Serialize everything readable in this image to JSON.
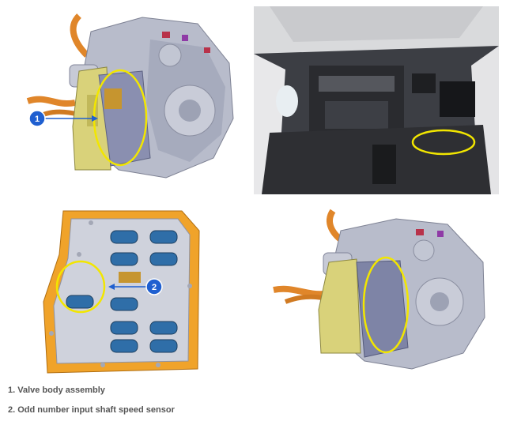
{
  "callouts": [
    "1",
    "2"
  ],
  "legend": [
    "1. Valve body assembly",
    "2. Odd number input shaft speed sensor"
  ],
  "colors": {
    "highlight": "#f2e600",
    "callout_badge": "#1f5fd0",
    "valve_plate": "#d9d27a",
    "gasket": "#f0a32a",
    "casing": "#b8bccb",
    "pipe": "#e0862a"
  }
}
